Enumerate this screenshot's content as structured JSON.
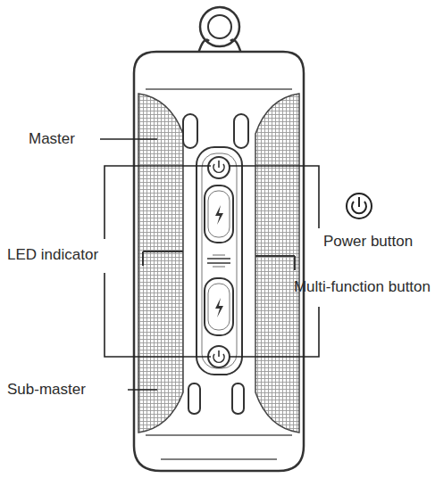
{
  "diagram": {
    "labels": [
      "Master",
      "LED indicator",
      "Power button",
      "Multi-function button",
      "Sub-master"
    ]
  }
}
